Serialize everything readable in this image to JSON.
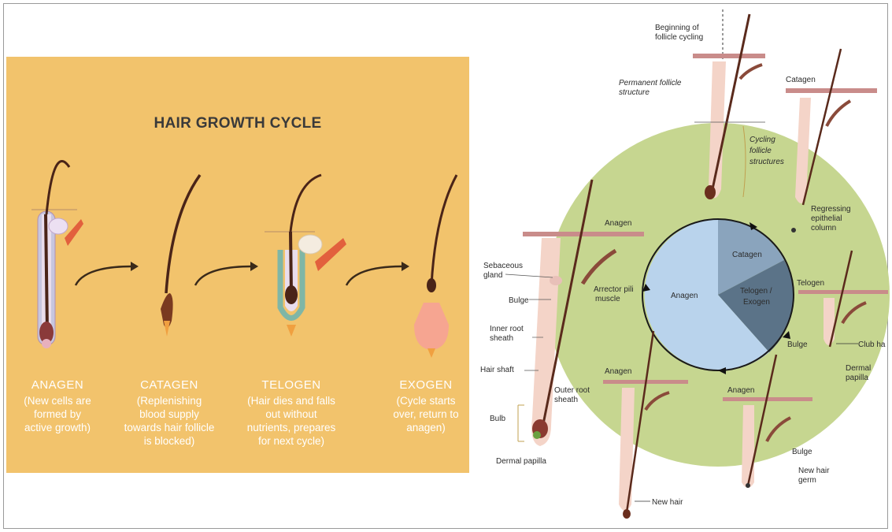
{
  "left": {
    "title": "HAIR GROWTH CYCLE",
    "stages": [
      {
        "name": "ANAGEN",
        "desc_lines": [
          "(New cells are",
          "formed by",
          "active growth)"
        ]
      },
      {
        "name": "CATAGEN",
        "desc_lines": [
          "(Replenishing",
          "blood supply",
          "towards hair follicle",
          "is blocked)"
        ]
      },
      {
        "name": "TELOGEN",
        "desc_lines": [
          "(Hair dies and falls",
          "out without",
          "nutrients, prepares",
          "for next cycle)"
        ]
      },
      {
        "name": "EXOGEN",
        "desc_lines": [
          "(Cycle starts",
          "over, return to",
          "anagen)"
        ]
      }
    ]
  },
  "right": {
    "pie": {
      "slices": [
        {
          "label": "Anagen",
          "color": "#b9d3ec"
        },
        {
          "label": "Catagen",
          "color": "#8aa4bd"
        },
        {
          "label": "Telogen / Exogen",
          "color": "#5b7388"
        }
      ]
    },
    "annotations": {
      "beginning": [
        "Beginning of",
        "follicle cycling"
      ],
      "permanent": [
        "Permanent follicle",
        "structure"
      ],
      "cycling": [
        "Cycling",
        "follicle",
        "structures"
      ],
      "catagen_top": "Catagen",
      "regressing": [
        "Regressing",
        "epithelial",
        "column"
      ],
      "telogen": "Telogen",
      "bulge_telogen": "Bulge",
      "club_hair": "Club ha",
      "dermal_papilla_right": [
        "Dermal",
        "papilla"
      ],
      "anagen_br": "Anagen",
      "bulge_br": "Bulge",
      "new_hair_germ": [
        "New hair",
        "germ"
      ],
      "anagen_bottom": "Anagen",
      "new_hair": "New hair",
      "anagen_main": "Anagen",
      "sebaceous": [
        "Sebaceous",
        "gland"
      ],
      "bulge_left": "Bulge",
      "arrector": [
        "Arrector pili",
        "muscle"
      ],
      "inner_root": [
        "Inner root",
        "sheath"
      ],
      "hair_shaft": "Hair shaft",
      "outer_root": [
        "Outer root",
        "sheath"
      ],
      "bulb": "Bulb",
      "dermal_papilla_bottom": "Dermal papilla"
    }
  },
  "colors": {
    "panel": "#f2c36c",
    "circle": "#c6d690",
    "skin": "#c98c8a",
    "hair": "#5a2a1c"
  }
}
